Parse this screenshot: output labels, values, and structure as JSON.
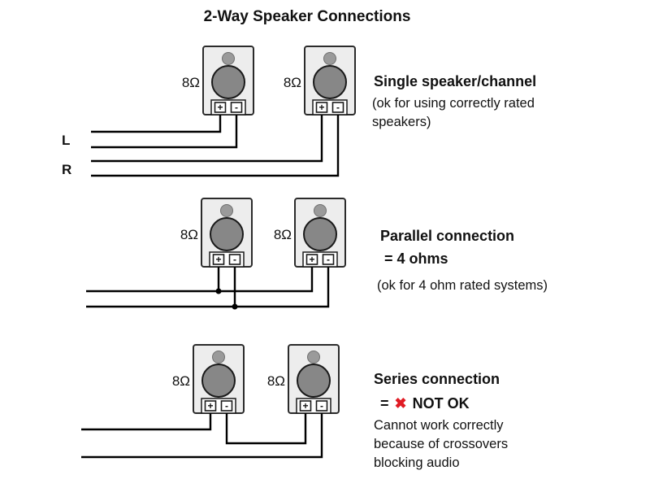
{
  "title": "2-Way Speaker Connections",
  "terminal": {
    "plus": "+",
    "minus": "-"
  },
  "colors": {
    "wire": "#000000",
    "speaker_fill": "#ededed",
    "speaker_stroke": "#2b2b2b",
    "woofer_fill": "#878787",
    "tweeter_fill": "#9a9a9a",
    "not_ok_red": "#e01b24",
    "text": "#111111"
  },
  "sections": {
    "single": {
      "heading": "Single speaker/channel",
      "note_lines": [
        "(ok for using correctly rated",
        "speakers)"
      ],
      "impedance_left": "8Ω",
      "impedance_right": "8Ω",
      "channel_left": "L",
      "channel_right": "R"
    },
    "parallel": {
      "heading": "Parallel connection",
      "result": "= 4 ohms",
      "note": "(ok for 4 ohm rated systems)",
      "impedance_left": "8Ω",
      "impedance_right": "8Ω"
    },
    "series": {
      "heading": "Series connection",
      "result_eq": "=",
      "result_icon": "✖",
      "result_text": "NOT OK",
      "note_lines": [
        "Cannot work correctly",
        "because of crossovers",
        "blocking audio"
      ],
      "impedance_left": "8Ω",
      "impedance_right": "8Ω"
    }
  }
}
